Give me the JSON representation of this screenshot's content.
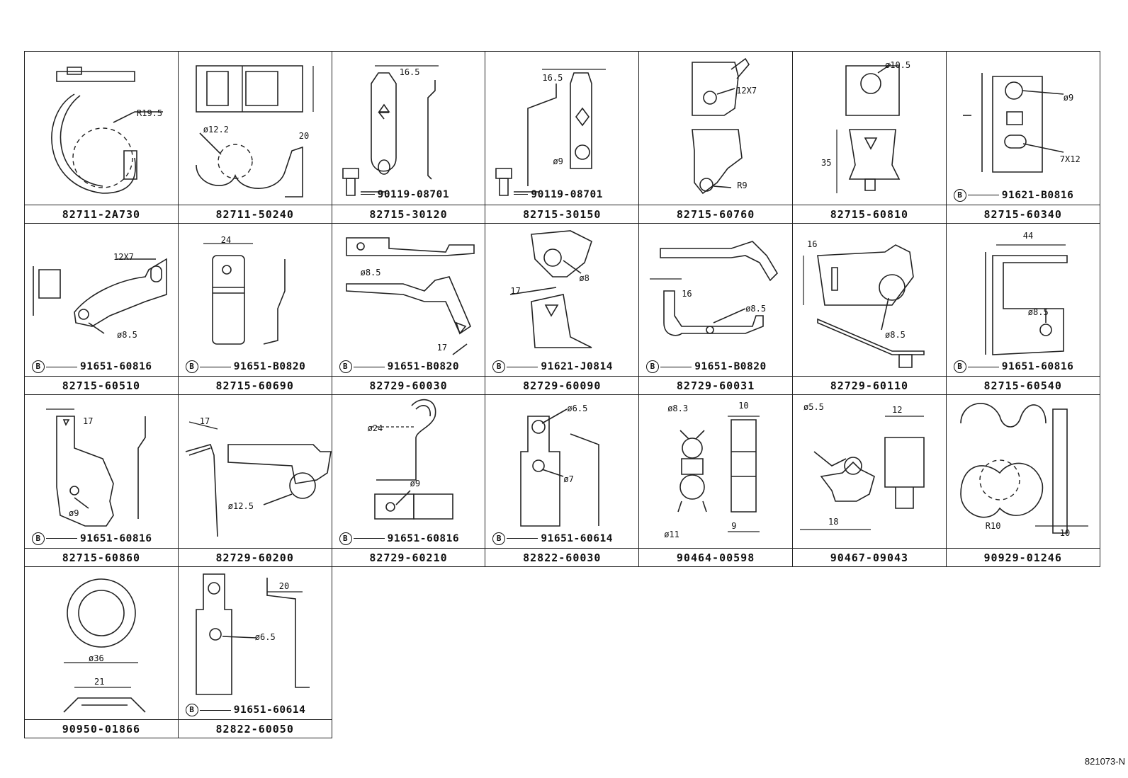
{
  "figure_code": "821073-N",
  "cells": [
    {
      "part": "82711-2A730",
      "labels": [
        "R19.5"
      ]
    },
    {
      "part": "82711-50240",
      "labels": [
        "ø12.2",
        "20"
      ]
    },
    {
      "part": "82715-30120",
      "sub": "90119-08701",
      "subtype": "bolt",
      "labels": [
        "16.5"
      ]
    },
    {
      "part": "82715-30150",
      "sub": "90119-08701",
      "subtype": "bolt",
      "labels": [
        "16.5",
        "ø9"
      ]
    },
    {
      "part": "82715-60760",
      "labels": [
        "12X7",
        "R9"
      ]
    },
    {
      "part": "82715-60810",
      "labels": [
        "ø10.5",
        "35"
      ]
    },
    {
      "part": "82715-60340",
      "sub": "91621-B0816",
      "subtype": "B",
      "labels": [
        "ø9",
        "7X12"
      ]
    },
    {
      "part": "82715-60510",
      "sub": "91651-60816",
      "subtype": "B",
      "labels": [
        "12X7",
        "ø8.5"
      ]
    },
    {
      "part": "82715-60690",
      "sub": "91651-B0820",
      "subtype": "B",
      "labels": [
        "24"
      ]
    },
    {
      "part": "82729-60030",
      "sub": "91651-B0820",
      "subtype": "B",
      "labels": [
        "ø8.5",
        "17"
      ]
    },
    {
      "part": "82729-60090",
      "sub": "91621-J0814",
      "subtype": "B",
      "labels": [
        "ø8",
        "17"
      ]
    },
    {
      "part": "82729-60031",
      "sub": "91651-B0820",
      "subtype": "B",
      "labels": [
        "16",
        "ø8.5"
      ]
    },
    {
      "part": "82729-60110",
      "labels": [
        "16",
        "ø8.5"
      ]
    },
    {
      "part": "82715-60540",
      "sub": "91651-60816",
      "subtype": "B",
      "labels": [
        "44",
        "ø8.5"
      ]
    },
    {
      "part": "82715-60860",
      "sub": "91651-60816",
      "subtype": "B",
      "labels": [
        "17",
        "ø9"
      ]
    },
    {
      "part": "82729-60200",
      "labels": [
        "17",
        "ø12.5"
      ]
    },
    {
      "part": "82729-60210",
      "sub": "91651-60816",
      "subtype": "B",
      "labels": [
        "ø24",
        "ø9"
      ]
    },
    {
      "part": "82822-60030",
      "sub": "91651-60614",
      "subtype": "B",
      "labels": [
        "ø6.5",
        "ø7"
      ]
    },
    {
      "part": "90464-00598",
      "labels": [
        "ø8.3",
        "10",
        "ø11",
        "9"
      ]
    },
    {
      "part": "90467-09043",
      "labels": [
        "ø5.5",
        "12",
        "18"
      ]
    },
    {
      "part": "90929-01246",
      "labels": [
        "R10",
        "10"
      ]
    },
    {
      "part": "90950-01866",
      "labels": [
        "ø36",
        "21"
      ]
    },
    {
      "part": "82822-60050",
      "sub": "91651-60614",
      "subtype": "B",
      "labels": [
        "20",
        "ø6.5"
      ]
    }
  ]
}
